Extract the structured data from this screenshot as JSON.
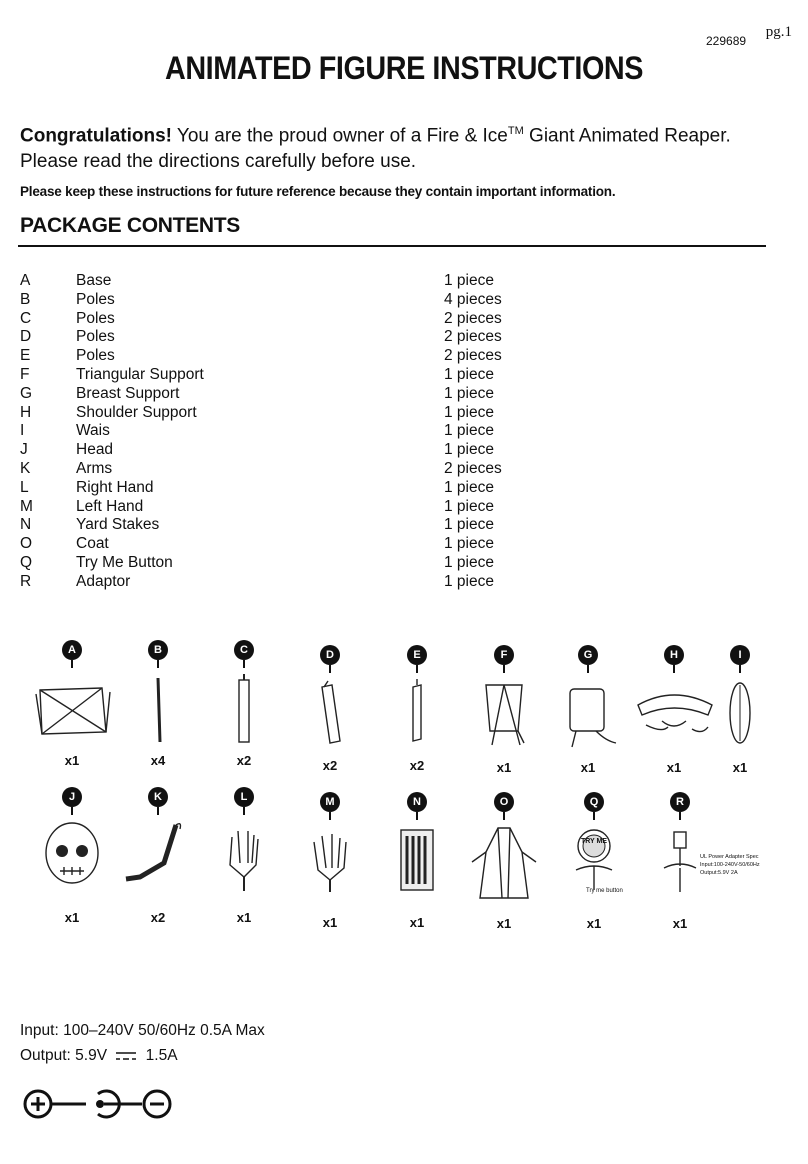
{
  "page_label": "pg.1",
  "code": "229689",
  "title": "ANIMATED FIGURE INSTRUCTIONS",
  "intro": {
    "bold": "Congratulations!",
    "text1": " You are the proud owner of a Fire & Ice",
    "tm": "TM",
    "text2": " Giant Animated Reaper. Please read the directions carefully before use."
  },
  "keep_note": "Please keep these instructions for future reference because they contain important information.",
  "package_heading": "PACKAGE CONTENTS",
  "contents": [
    {
      "letter": "A",
      "name": "Base",
      "qty": "1 piece"
    },
    {
      "letter": "B",
      "name": "Poles",
      "qty": "4 pieces"
    },
    {
      "letter": "C",
      "name": "Poles",
      "qty": "2 pieces"
    },
    {
      "letter": "D",
      "name": "Poles",
      "qty": "2 pieces"
    },
    {
      "letter": "E",
      "name": "Poles",
      "qty": "2 pieces"
    },
    {
      "letter": "F",
      "name": "Triangular Support",
      "qty": "1 piece"
    },
    {
      "letter": "G",
      "name": "Breast Support",
      "qty": "1 piece"
    },
    {
      "letter": "H",
      "name": "Shoulder Support",
      "qty": "1 piece"
    },
    {
      "letter": "I",
      "name": "Wais",
      "qty": "1 piece"
    },
    {
      "letter": "J",
      "name": "Head",
      "qty": "1 piece"
    },
    {
      "letter": "K",
      "name": "Arms",
      "qty": "2 pieces"
    },
    {
      "letter": "L",
      "name": "Right Hand",
      "qty": "1 piece"
    },
    {
      "letter": "M",
      "name": "Left Hand",
      "qty": "1 piece"
    },
    {
      "letter": "N",
      "name": "Yard Stakes",
      "qty": "1 piece"
    },
    {
      "letter": "O",
      "name": "Coat",
      "qty": "1 piece"
    },
    {
      "letter": "Q",
      "name": "Try Me Button",
      "qty": "1 piece"
    },
    {
      "letter": "R",
      "name": "Adaptor",
      "qty": "1 piece"
    }
  ],
  "parts_row1": [
    {
      "letter": "A",
      "count": "x1"
    },
    {
      "letter": "B",
      "count": "x4"
    },
    {
      "letter": "C",
      "count": "x2"
    },
    {
      "letter": "D",
      "count": "x2"
    },
    {
      "letter": "E",
      "count": "x2"
    },
    {
      "letter": "F",
      "count": "x1"
    },
    {
      "letter": "G",
      "count": "x1"
    },
    {
      "letter": "H",
      "count": "x1"
    },
    {
      "letter": "I",
      "count": "x1"
    }
  ],
  "parts_row2": [
    {
      "letter": "J",
      "count": "x1"
    },
    {
      "letter": "K",
      "count": "x2"
    },
    {
      "letter": "L",
      "count": "x1"
    },
    {
      "letter": "M",
      "count": "x1"
    },
    {
      "letter": "N",
      "count": "x1"
    },
    {
      "letter": "O",
      "count": "x1"
    },
    {
      "letter": "Q",
      "count": "x1"
    },
    {
      "letter": "R",
      "count": "x1"
    }
  ],
  "try_me_label": "Try me button",
  "try_me_face": "TRY ME",
  "adapter_spec": [
    "UL Power Adapter Spec",
    "Input:100-240V-50/60Hz",
    "Output:5.9V 2A"
  ],
  "input_spec": "Input: 100–240V 50/60Hz 0.5A Max",
  "output_spec_prefix": "Output: 5.9V",
  "output_spec_suffix": "1.5A"
}
